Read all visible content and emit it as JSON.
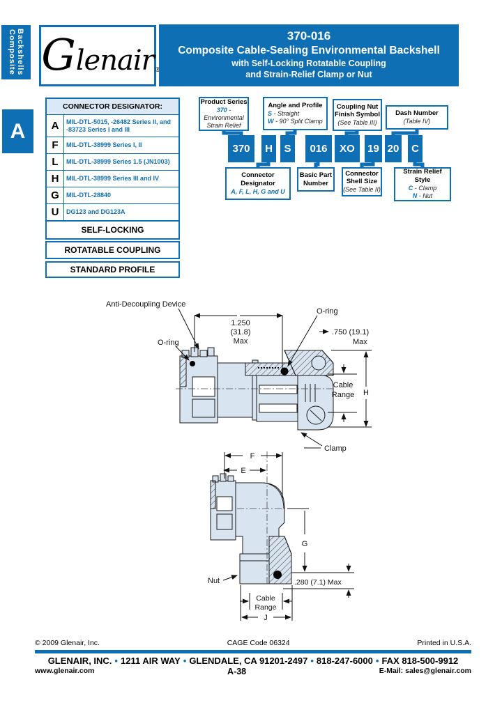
{
  "sidebar": {
    "tab_line1": "Composite",
    "tab_line2": "Backshells",
    "section_letter": "A"
  },
  "logo": {
    "brand_g": "G",
    "brand_rest": "lenair",
    "registered": "®"
  },
  "header": {
    "part_number": "370-016",
    "title": "Composite Cable-Sealing Environmental Backshell",
    "subtitle_1": "with Self-Locking Rotatable Coupling",
    "subtitle_2": "and Strain-Relief Clamp or Nut"
  },
  "designator_table": {
    "title": "CONNECTOR DESIGNATOR:",
    "rows": [
      {
        "letter": "A",
        "spec": "MIL-DTL-5015, -26482 Series II, and -83723 Series I and III"
      },
      {
        "letter": "F",
        "spec": "MIL-DTL-38999 Series I, II"
      },
      {
        "letter": "L",
        "spec": "MIL-DTL-38999 Series 1.5 (JN1003)"
      },
      {
        "letter": "H",
        "spec": "MIL-DTL-38999 Series III and IV"
      },
      {
        "letter": "G",
        "spec": "MIL-DTL-28840"
      },
      {
        "letter": "U",
        "spec": "DG123 and DG123A"
      }
    ],
    "features": [
      "SELF-LOCKING",
      "ROTATABLE COUPLING",
      "STANDARD PROFILE"
    ]
  },
  "part_builder": {
    "product_series": {
      "title": "Product Series",
      "code": "370",
      "desc_line1": "- Environmental",
      "desc_line2": "Strain Relief"
    },
    "angle_profile": {
      "title": "Angle and Profile",
      "options": [
        {
          "code": "S",
          "label": "-  Straight"
        },
        {
          "code": "W",
          "label": "-  90° Split Clamp"
        }
      ]
    },
    "coupling_nut": {
      "title_line1": "Coupling Nut",
      "title_line2": "Finish Symbol",
      "note": "(See Table III)"
    },
    "dash_number": {
      "title": "Dash Number",
      "note": "(Table IV)"
    },
    "codes": [
      "370",
      "H",
      "S",
      "016",
      "XO",
      "19",
      "20",
      "C"
    ],
    "connector_designator": {
      "title_line1": "Connector",
      "title_line2": "Designator",
      "note": "A, F, L, H, G and U"
    },
    "basic_part": {
      "title_line1": "Basic Part",
      "title_line2": "Number"
    },
    "shell_size": {
      "title_line1": "Connector",
      "title_line2": "Shell Size",
      "note": "(See Table II)"
    },
    "strain_relief": {
      "title": "Strain Relief Style",
      "options": [
        {
          "code": "C",
          "label": "- Clamp"
        },
        {
          "code": "N",
          "label": "- Nut"
        }
      ]
    }
  },
  "diagram_straight": {
    "label_anti_decoupling": "Anti-Decoupling Device",
    "label_oring_left": "O-ring",
    "label_oring_top": "O-ring",
    "dim_length": "1.250",
    "dim_length_metric": "(31.8)",
    "dim_length_max": "Max",
    "dim_diameter": ".750 (19.1)",
    "dim_diameter_max": "Max",
    "label_cable_1": "Cable",
    "label_cable_2": "Range",
    "dim_h": "H",
    "label_clamp": "Clamp"
  },
  "diagram_angled": {
    "dim_f": "F",
    "dim_e": "E",
    "dim_g": "G",
    "label_nut": "Nut",
    "dim_nut_height": ".280 (7.1) Max",
    "label_cable_1": "Cable",
    "label_cable_2": "Range",
    "dim_j": "J"
  },
  "footer": {
    "copyright": "© 2009 Glenair, Inc.",
    "cage": "CAGE Code 06324",
    "printed": "Printed in U.S.A.",
    "bullet": "•",
    "address_parts": [
      "GLENAIR, INC.",
      "1211 AIR WAY",
      "GLENDALE, CA 91201-2497",
      "818-247-6000",
      "FAX 818-500-9912"
    ],
    "website": "www.glenair.com",
    "page": "A-38",
    "email": "E-Mail: sales@glenair.com"
  },
  "colors": {
    "brand_blue": "#0e6fb5",
    "table_header_bg": "#dbe8f5",
    "drawing_fill": "#d9e4f1"
  }
}
